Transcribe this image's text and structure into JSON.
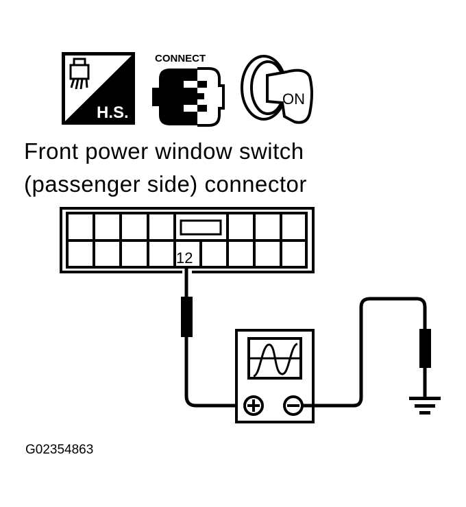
{
  "icons": {
    "harness_label": "H.S.",
    "connect_label": "CONNECT",
    "ignition_label": "ON"
  },
  "title": {
    "line1": "Front power window switch",
    "line2": "(passenger side) connector"
  },
  "connector": {
    "terminal_label": "12",
    "top_row_cells": 8,
    "bottom_row_cells": 9
  },
  "meter": {
    "type": "oscilloscope",
    "positive_terminal": "+",
    "negative_terminal": "−"
  },
  "figure_id": "G02354863",
  "colors": {
    "ink": "#000000",
    "paper": "#ffffff"
  }
}
